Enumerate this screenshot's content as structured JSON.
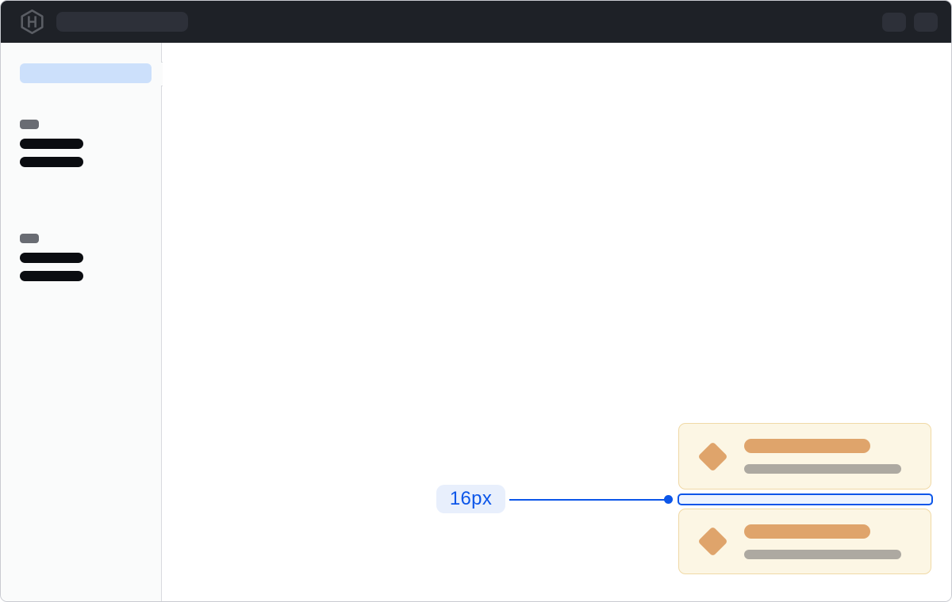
{
  "topbar": {
    "logo_icon": "hashicorp-logo",
    "search_skeleton": "global-search-placeholder",
    "actions": [
      "action-placeholder",
      "action-placeholder"
    ]
  },
  "sidebar": {
    "selected_item": "selected-nav-placeholder",
    "groups": [
      {
        "label": "section-label-placeholder",
        "items": [
          "nav-item-placeholder",
          "nav-item-placeholder"
        ]
      },
      {
        "label": "section-label-placeholder",
        "items": [
          "nav-item-placeholder",
          "nav-item-placeholder"
        ]
      }
    ]
  },
  "figure": {
    "cards": [
      {
        "icon": "diamond-icon",
        "title_bar": "title-placeholder",
        "subtitle_bar": "subtitle-placeholder"
      },
      {
        "icon": "diamond-icon",
        "title_bar": "title-placeholder",
        "subtitle_bar": "subtitle-placeholder"
      }
    ],
    "annotation": {
      "spacing_label": "16px"
    }
  },
  "colors": {
    "page_border": "#c9cbd1",
    "topbar_bg": "#1e2127",
    "topbar_pill": "#2d3039",
    "logo": "#5a5d64",
    "sidebar_bg": "#fafbfb",
    "sidebar_border": "#d8dade",
    "nav_selected": "#cce0fb",
    "skeleton_dark": "#0b0d11",
    "skeleton_gray": "#696c73",
    "card_bg": "#fcf6e4",
    "card_border": "#f0d9a6",
    "card_accent": "#dfa46b",
    "card_muted": "#ada9a1",
    "annotation_blue": "#0c56e9",
    "annotation_bg": "#e8effc",
    "highlight_fill": "#eef4fe"
  }
}
